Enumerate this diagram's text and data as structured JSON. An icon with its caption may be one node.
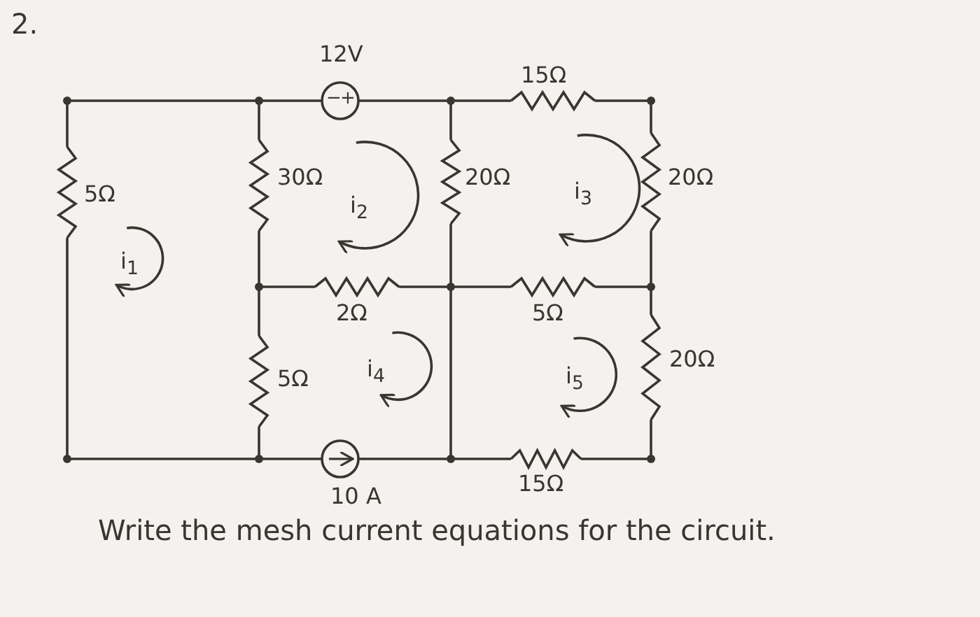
{
  "diagram": {
    "title": "2.",
    "caption": "Write the mesh current equations for the circuit.",
    "labels": [
      "12V",
      "15Ω",
      "−",
      "+",
      "5Ω",
      "30Ω",
      "i$_{2}$",
      "20Ω",
      "i$_{3}$",
      "20Ω",
      "i$_{1}$",
      "2Ω",
      "5Ω",
      "5Ω",
      "i$_{4}$",
      "20Ω",
      "i$_{5}$",
      "15Ω",
      "10 A"
    ]
  }
}
